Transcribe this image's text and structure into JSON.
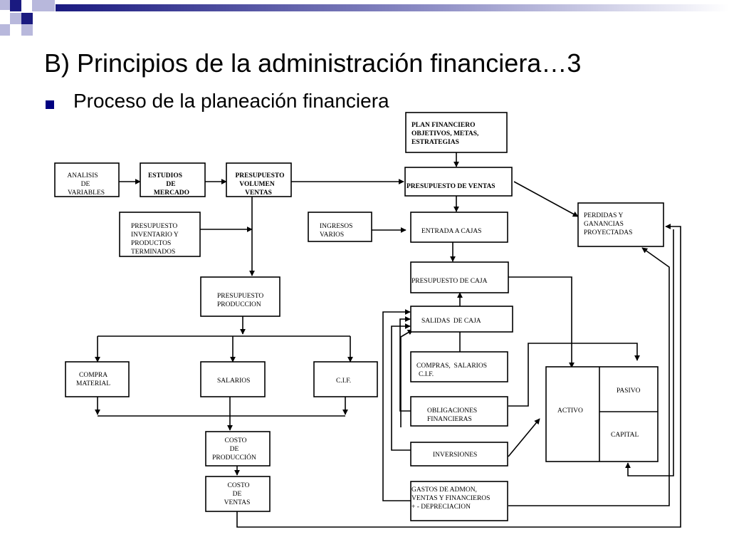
{
  "slide": {
    "title": "B) Principios de la administración financiera…3",
    "bullet": "Proceso de la planeación financiera"
  },
  "colors": {
    "accent": "#000080",
    "light_accent": "#b8b8dc"
  },
  "diagram": {
    "plan_financiero": [
      "PLAN FINANCIERO",
      "OBJETIVOS, METAS,",
      "ESTRATEGIAS"
    ],
    "analisis": [
      "ANALISIS",
      "DE",
      "VARIABLES"
    ],
    "estudios": [
      "ESTUDIOS",
      "DE",
      "MERCADO"
    ],
    "presupuesto_volumen": [
      "PRESUPUESTO",
      "VOLUMEN",
      "VENTAS"
    ],
    "presupuesto_ventas": [
      "PRESUPUESTO DE VENTAS"
    ],
    "perdidas": [
      "PERDIDAS Y",
      "GANANCIAS",
      "PROYECTADAS"
    ],
    "presupuesto_inventario": [
      "PRESUPUESTO",
      "INVENTARIO Y",
      "PRODUCTOS",
      "TERMINADOS"
    ],
    "ingresos": [
      "INGRESOS",
      "VARIOS"
    ],
    "entrada_cajas": [
      "ENTRADA A CAJAS"
    ],
    "presupuesto_caja": [
      "PRESUPUESTO DE CAJA"
    ],
    "presupuesto_produccion": [
      "PRESUPUESTO",
      "PRODUCCION"
    ],
    "salidas_caja": [
      "SALIDAS  DE CAJA"
    ],
    "compras_salarios": [
      "COMPRAS,  SALARIOS",
      "C.I.F."
    ],
    "compra_material": [
      "COMPRA",
      "MATERIAL"
    ],
    "salarios": [
      "SALARIOS"
    ],
    "cif": [
      "C.I.F."
    ],
    "obligaciones": [
      "OBLIGACIONES",
      "FINANCIERAS"
    ],
    "activo": [
      "ACTIVO"
    ],
    "pasivo": [
      "PASIVO"
    ],
    "capital": [
      "CAPITAL"
    ],
    "costo_produccion": [
      "COSTO",
      "DE",
      "PRODUCCIÓN"
    ],
    "inversiones": [
      "INVERSIONES"
    ],
    "costo_ventas": [
      "COSTO",
      "DE",
      "VENTAS"
    ],
    "gastos": [
      "GASTOS DE ADMON,",
      "VENTAS Y FINANCIEROS",
      "+ - DEPRECIACION"
    ]
  }
}
